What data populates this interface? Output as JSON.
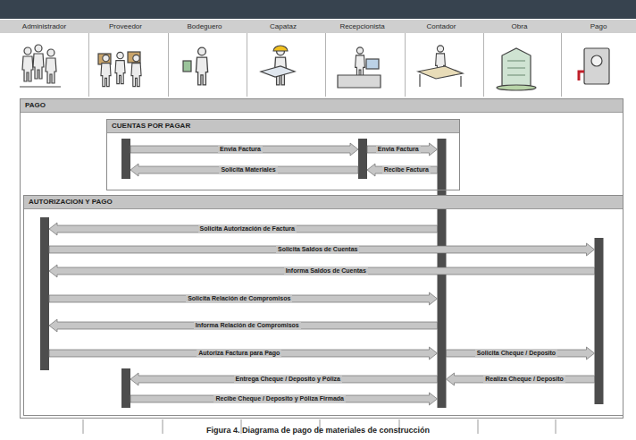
{
  "diagram": {
    "caption": "Figura 4. Diagrama de pago de materiales de construcción",
    "nodes": [
      {
        "text": [
          "Administrador"
        ]
      },
      {
        "text": [
          "Proveedor"
        ]
      },
      {
        "text": [
          "Bodeguero"
        ]
      },
      {
        "text": [
          "Capataz"
        ]
      },
      {
        "text": [
          "Recepcionista"
        ]
      },
      {
        "text": [
          "Contador"
        ]
      },
      {
        "text": [
          "Obra"
        ]
      },
      {
        "text": [
          "Pago"
        ]
      },
      {
        "text": [
          "PAGO"
        ]
      },
      {
        "text": [
          "CUENTAS POR PAGAR"
        ],
        "in": 8
      },
      {
        "text": [
          "AUTORIZACION Y PAGO"
        ],
        "in": 8
      }
    ],
    "edges": [
      {
        "from": 1,
        "to": 4,
        "label": "Envia Factura",
        "arrow": "to"
      },
      {
        "from": 4,
        "to": 5,
        "label": "Envia Factura",
        "arrow": "to"
      },
      {
        "from": 4,
        "to": 1,
        "label": "Solicita Materiales",
        "arrow": "to"
      },
      {
        "from": 5,
        "to": 4,
        "label": "Recibe Factura",
        "arrow": "to"
      },
      {
        "from": 5,
        "to": 0,
        "label": "Solicita Autorización de Factura",
        "arrow": "to"
      },
      {
        "from": 0,
        "to": 7,
        "label": "Solicita Saldos de Cuentas",
        "arrow": "to"
      },
      {
        "from": 7,
        "to": 0,
        "label": "Informa Saldos de Cuentas",
        "arrow": "to"
      },
      {
        "from": 0,
        "to": 5,
        "label": "Solicita Relación de Compromisos",
        "arrow": "to"
      },
      {
        "from": 5,
        "to": 0,
        "label": "Informa Relación de Compromisos",
        "arrow": "to"
      },
      {
        "from": 0,
        "to": 5,
        "label": "Autoriza Factura para Pago",
        "arrow": "to"
      },
      {
        "from": 5,
        "to": 7,
        "label": "Solicita Cheque / Deposito",
        "arrow": "to"
      },
      {
        "from": 5,
        "to": 1,
        "label": "Entrega Cheque / Deposito y Póliza",
        "arrow": "to"
      },
      {
        "from": 7,
        "to": 5,
        "label": "Realiza Cheque / Deposito",
        "arrow": "to"
      },
      {
        "from": 1,
        "to": 5,
        "label": "Recibe Cheque / Deposito y Póliza Firmada",
        "arrow": "to"
      }
    ]
  }
}
